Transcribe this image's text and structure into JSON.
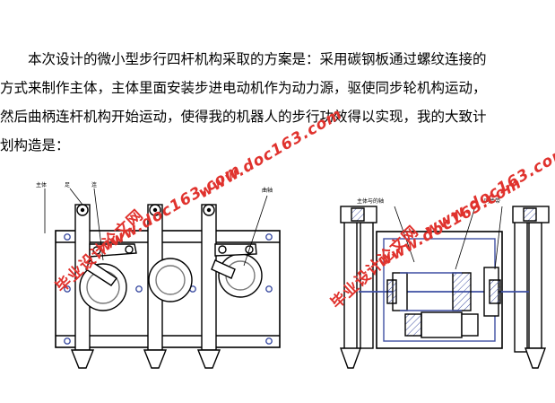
{
  "paragraph": {
    "lines": [
      "本次设计的微小型步行四杆机构采取的方案是：采用碳钢板通过螺纹连接的",
      "方式来制作主体，主体里面安装步进电动机作为动力源，驱使同步轮机构运动，",
      "然后曲柄连杆机构开始运动，使得我的机器人的步行功效得以实现，我的大致计",
      "划构造是："
    ]
  },
  "drawing_labels": {
    "left": [
      "主体",
      "足",
      "连",
      "曲轴"
    ],
    "right": [
      "主体与的轴",
      "同步带"
    ]
  },
  "watermarks": {
    "cn_text": "毕业设计论文网",
    "url_text": "www.doc163.com"
  },
  "colors": {
    "line": "#000000",
    "drawing_blue": "#3e4fa3",
    "watermark": "#e0322d"
  }
}
